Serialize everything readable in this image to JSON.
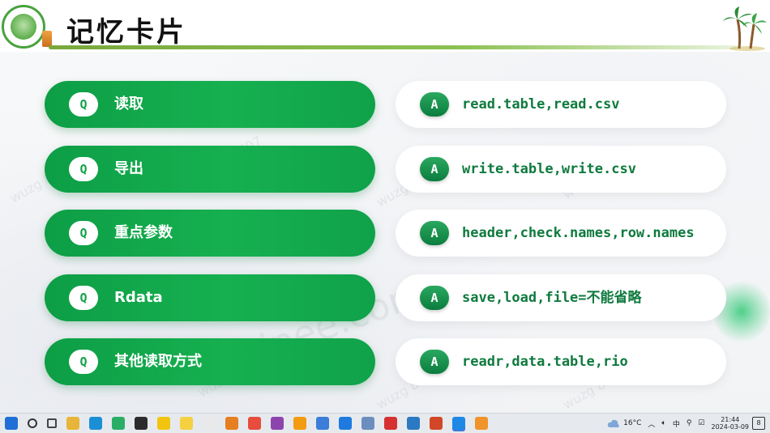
{
  "title": "记忆卡片",
  "watermark": {
    "handle": "wuzg 8607",
    "brand": "Trainee.com"
  },
  "cards": [
    {
      "q_badge": "Q",
      "question": "读取",
      "a_badge": "A",
      "answer": "read.table,read.csv"
    },
    {
      "q_badge": "Q",
      "question": "导出",
      "a_badge": "A",
      "answer": "write.table,write.csv"
    },
    {
      "q_badge": "Q",
      "question": "重点参数",
      "a_badge": "A",
      "answer": "header,check.names,row.names"
    },
    {
      "q_badge": "Q",
      "question": "Rdata",
      "a_badge": "A",
      "answer": "save,load,file=不能省略"
    },
    {
      "q_badge": "Q",
      "question": "其他读取方式",
      "a_badge": "A",
      "answer": "readr,data.table,rio"
    }
  ],
  "colors": {
    "question_card": "#13a84c",
    "answer_text": "#0f7a3e",
    "answer_card": "#ffffff",
    "header_line": "#8cc152"
  },
  "taskbar": {
    "apps": [
      {
        "name": "windows-start-icon",
        "color": "#1f6fd6"
      },
      {
        "name": "search-icon",
        "color": "#333333"
      },
      {
        "name": "task-view-icon",
        "color": "#444444"
      },
      {
        "name": "file-explorer-icon",
        "color": "#e8b53a"
      },
      {
        "name": "edge-browser-icon",
        "color": "#1b8fd6"
      },
      {
        "name": "wechat-icon",
        "color": "#2aae67"
      },
      {
        "name": "terminal-icon",
        "color": "#2b2b2b"
      },
      {
        "name": "notes-app-icon",
        "color": "#f1c40f"
      },
      {
        "name": "sticky-notes-icon",
        "color": "#f5d142"
      },
      {
        "name": "typora-icon",
        "color": "#e9e9e9"
      },
      {
        "name": "search-tool-icon",
        "color": "#e67e22"
      },
      {
        "name": "photos-app-icon",
        "color": "#e74c3c"
      },
      {
        "name": "git-icon",
        "color": "#8e44ad"
      },
      {
        "name": "sublime-text-icon",
        "color": "#f39c12"
      },
      {
        "name": "chat-app-icon",
        "color": "#3b7dd8"
      },
      {
        "name": "feishu-icon",
        "color": "#1f7ae0"
      },
      {
        "name": "r-language-icon",
        "color": "#6c8ebf"
      },
      {
        "name": "netease-music-icon",
        "color": "#d63031"
      },
      {
        "name": "five-app-icon",
        "color": "#2b79c2"
      },
      {
        "name": "powerpoint-icon",
        "color": "#d24726"
      },
      {
        "name": "presentation-player-icon",
        "color": "#1e88e5"
      },
      {
        "name": "media-app-icon",
        "color": "#f0932b"
      }
    ],
    "weather_icon": "cloud-icon",
    "temperature": "16°C",
    "time": "21:44",
    "date": "2024-03-09",
    "notification_count": "8"
  }
}
